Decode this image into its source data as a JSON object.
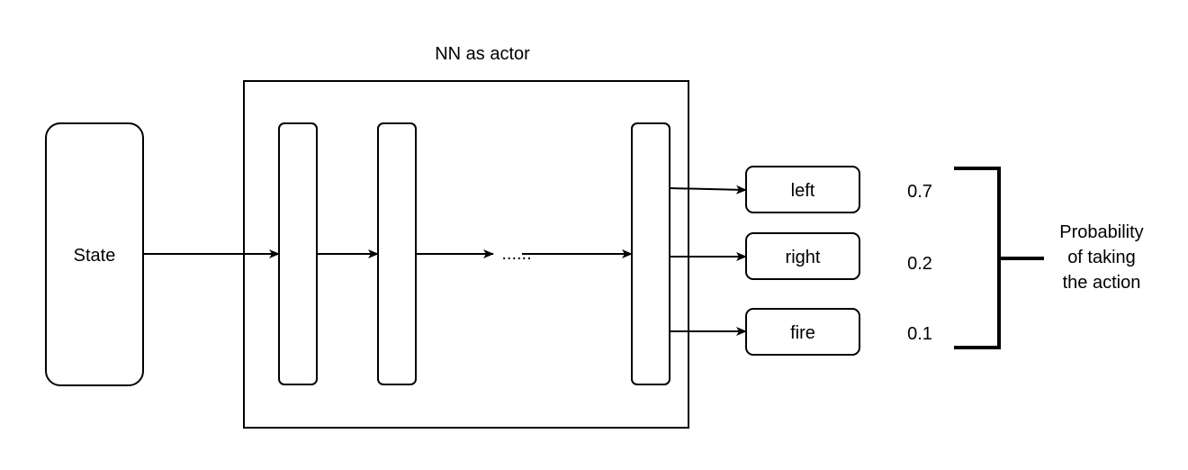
{
  "diagram": {
    "title": "NN as actor",
    "input_label": "State",
    "ellipsis": "......",
    "actions": [
      {
        "label": "left",
        "probability": "0.7"
      },
      {
        "label": "right",
        "probability": "0.2"
      },
      {
        "label": "fire",
        "probability": "0.1"
      }
    ],
    "bracket_label_lines": [
      "Probability",
      "of taking",
      "the action"
    ]
  }
}
